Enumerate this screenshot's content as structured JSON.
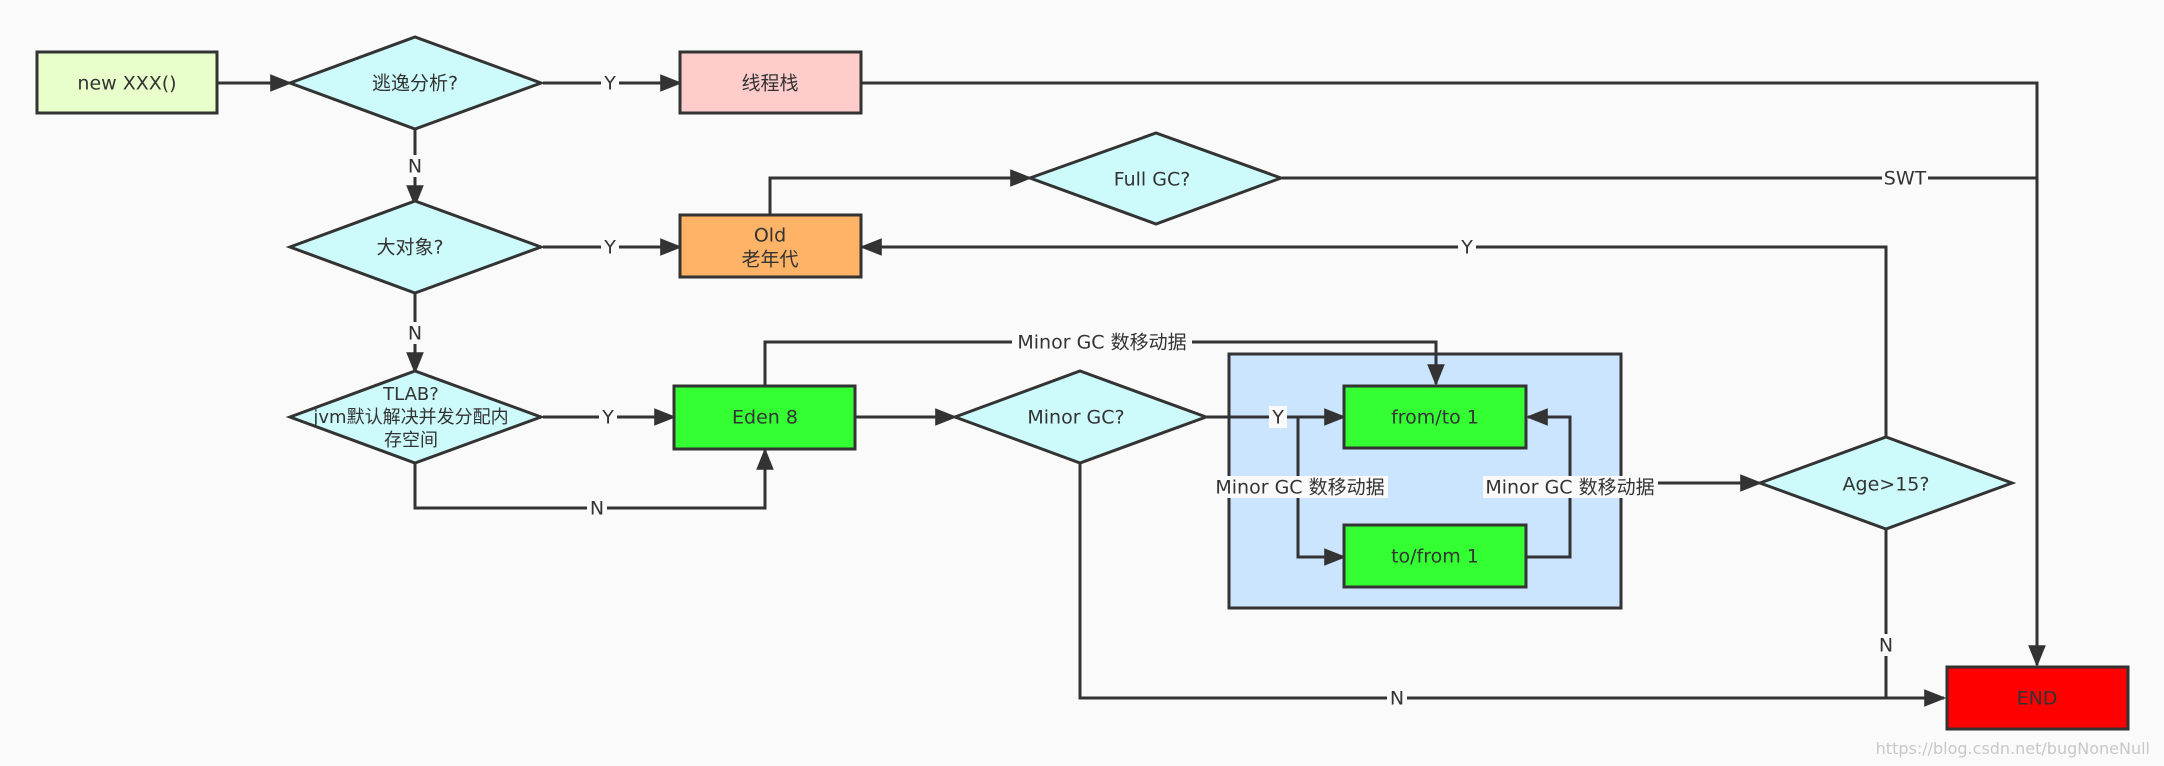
{
  "colors": {
    "start_fill": "#e8ffcc",
    "decision_fill": "#cdfafa",
    "thread_stack_fill": "#ffcccc",
    "old_fill": "#ffb366",
    "eden_fill": "#33ff33",
    "survivor_fill": "#33ff33",
    "survivor_group_fill": "#cce5ff",
    "end_fill": "#ff0000",
    "line": "#333333"
  },
  "nodes": {
    "start": "new XXX()",
    "escape_analysis": "逃逸分析?",
    "thread_stack": "线程栈",
    "large_object": "大对象?",
    "old_title": "Old",
    "old_subtitle": "老年代",
    "full_gc": "Full GC?",
    "tlab_line1": "TLAB?",
    "tlab_line2": "jvm默认解决并发分配内",
    "tlab_line3": "存空间",
    "eden": "Eden 8",
    "minor_gc": "Minor GC?",
    "from_to": "from/to 1",
    "to_from": "to/from 1",
    "age": "Age>15?",
    "end": "END"
  },
  "edges": {
    "escape_yes": "Y",
    "escape_no": "N",
    "large_yes": "Y",
    "large_no": "N",
    "tlab_yes": "Y",
    "tlab_no": "N",
    "eden_to_survivor": "Minor GC 数移动据",
    "minor_yes": "Y",
    "minor_no": "N",
    "survivor_left": "Minor GC 数移动据",
    "survivor_right": "Minor GC 数移动据",
    "age_yes": "Y",
    "age_no": "N",
    "full_gc_swt": "SWT"
  },
  "watermark": "https://blog.csdn.net/bugNoneNull"
}
